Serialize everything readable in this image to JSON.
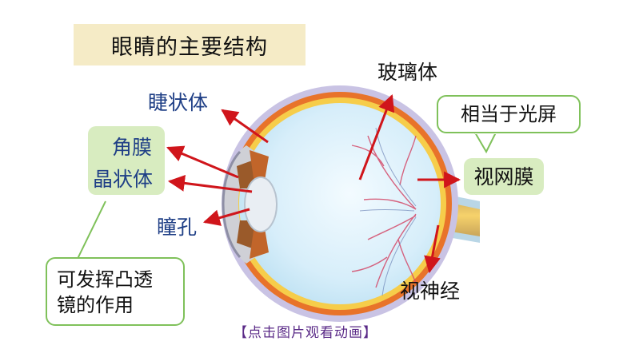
{
  "title": "眼睛的主要结构",
  "labels": {
    "ciliary_body": "睫状体",
    "cornea": "角膜",
    "lens": "晶状体",
    "pupil": "瞳孔",
    "vitreous_body": "玻璃体",
    "retina": "视网膜",
    "optic_nerve": "视神经"
  },
  "notes": {
    "retina_note": "相当于光屏",
    "lens_note_line1": "可发挥凸透",
    "lens_note_line2": "镜的作用"
  },
  "caption": "【点击图片观看动画】",
  "colors": {
    "label_blue": "#1f3f86",
    "arrow_red": "#d0151b",
    "note_green": "#7fc15a",
    "title_bg": "#f5ebc6",
    "caption_purple": "#5a2a87"
  }
}
